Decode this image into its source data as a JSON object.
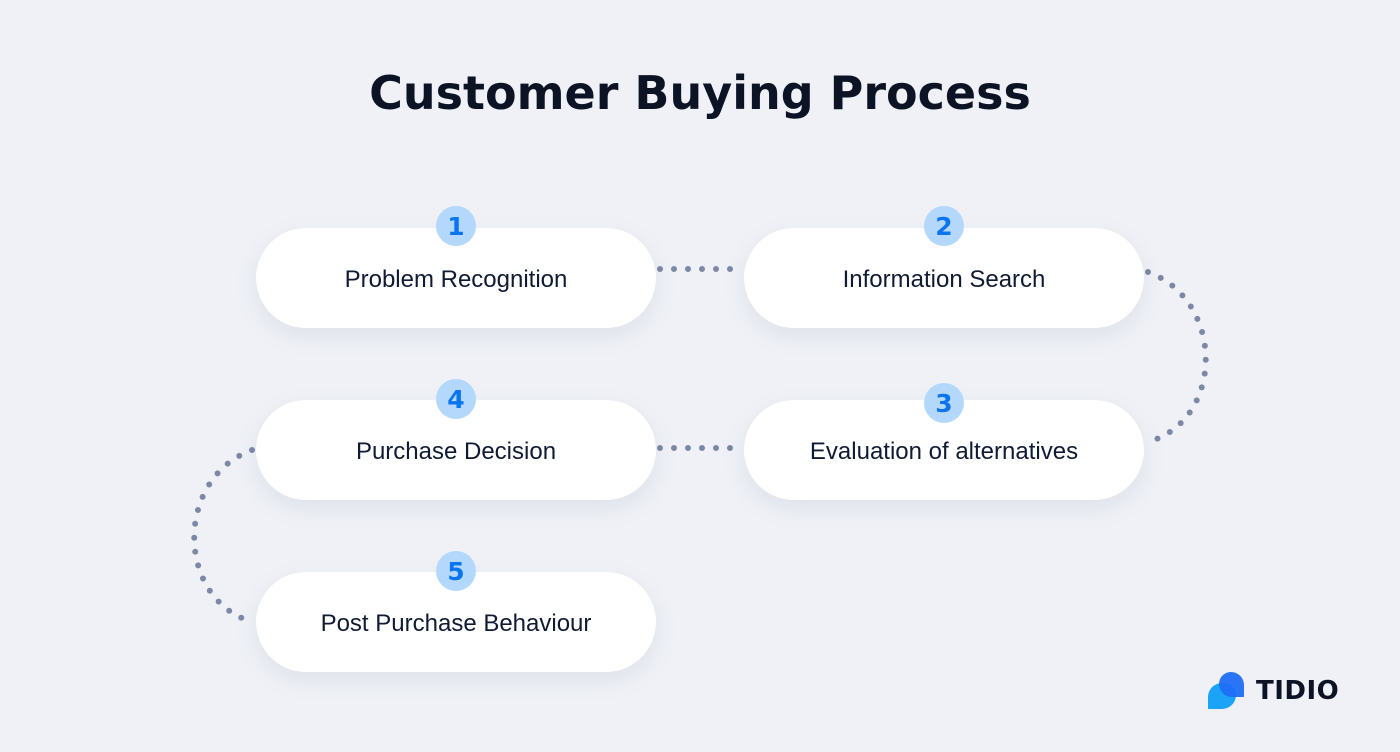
{
  "title": "Customer Buying Process",
  "steps": [
    {
      "number": "1",
      "label": "Problem Recognition"
    },
    {
      "number": "2",
      "label": "Information Search"
    },
    {
      "number": "3",
      "label": "Evaluation of alternatives"
    },
    {
      "number": "4",
      "label": "Purchase Decision"
    },
    {
      "number": "5",
      "label": "Post Purchase Behaviour"
    }
  ],
  "logo": {
    "text": "TIDIO",
    "icon": "chat-bubbles-icon"
  },
  "colors": {
    "background": "#eff1f6",
    "card": "#ffffff",
    "badge_fill": "#b4d8fc",
    "badge_text": "#0b74f0",
    "connector_dots": "#7b88a6",
    "title": "#0b1325",
    "logo_primary": "#1f6ef5",
    "logo_secondary": "#1aa3f7"
  }
}
